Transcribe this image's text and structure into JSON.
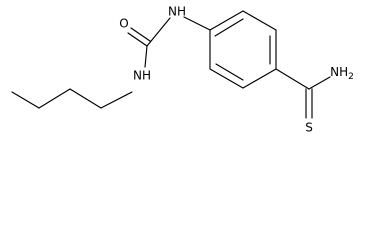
{
  "molecule": {
    "atom_labels": {
      "nh_urea_top": "NH",
      "o_carbonyl": "O",
      "nh_butyl": "NH",
      "nh2_amide": "NH",
      "nh2_subscript": "2",
      "s_thio": "S"
    }
  },
  "colors": {
    "bond": "#000000",
    "label": "#000000",
    "background": "#ffffff"
  }
}
